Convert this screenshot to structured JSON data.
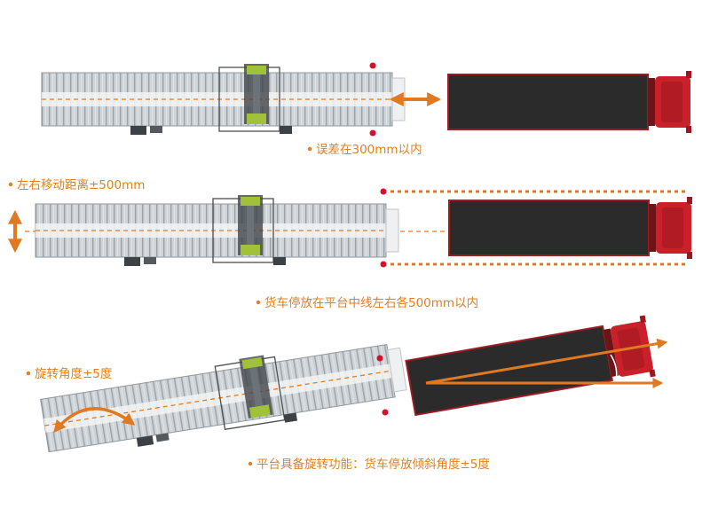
{
  "labels": {
    "error_note": "误差在300mm以内",
    "lateral_move": "左右移动距离±500mm",
    "truck_centerline": "货车停放在平台中线左右各500mm以内",
    "rotation_angle": "旋转角度±5度",
    "rotation_feature": "平台具备旋转功能：货车停放倾斜角度±5度"
  },
  "colors": {
    "accent_orange": "#e07a22",
    "label_text": "#e0801f",
    "marker_red": "#d8102a",
    "truck_cab": "#c9202a",
    "truck_bed": "#2b2b2b",
    "platform_metal": "#c9cfd4",
    "lift_green": "#a2c13a"
  }
}
